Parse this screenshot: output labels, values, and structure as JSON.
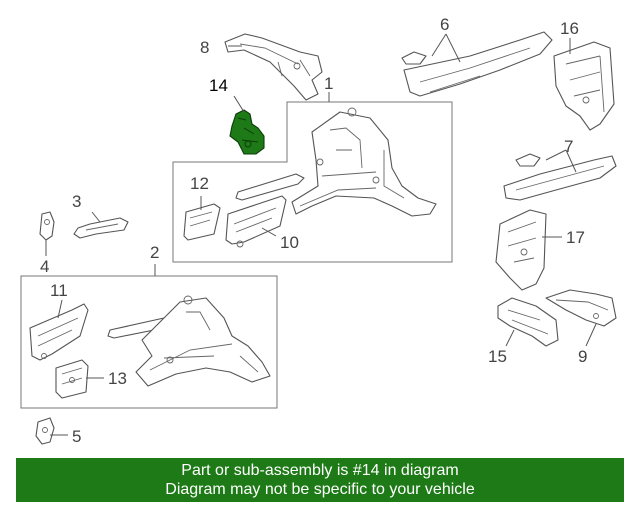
{
  "diagram": {
    "callouts": {
      "c1": "1",
      "c2": "2",
      "c3": "3",
      "c4": "4",
      "c5": "5",
      "c6": "6",
      "c7": "7",
      "c8": "8",
      "c9": "9",
      "c10": "10",
      "c11": "11",
      "c12": "12",
      "c13": "13",
      "c14": "14",
      "c15": "15",
      "c16": "16",
      "c17": "17"
    },
    "highlight_color": "#1d7a16",
    "highlighted_part": "14"
  },
  "banner": {
    "line1": "Part or sub-assembly is #14 in diagram",
    "line2": "Diagram may not be specific to your vehicle",
    "background": "#1d7a16"
  }
}
